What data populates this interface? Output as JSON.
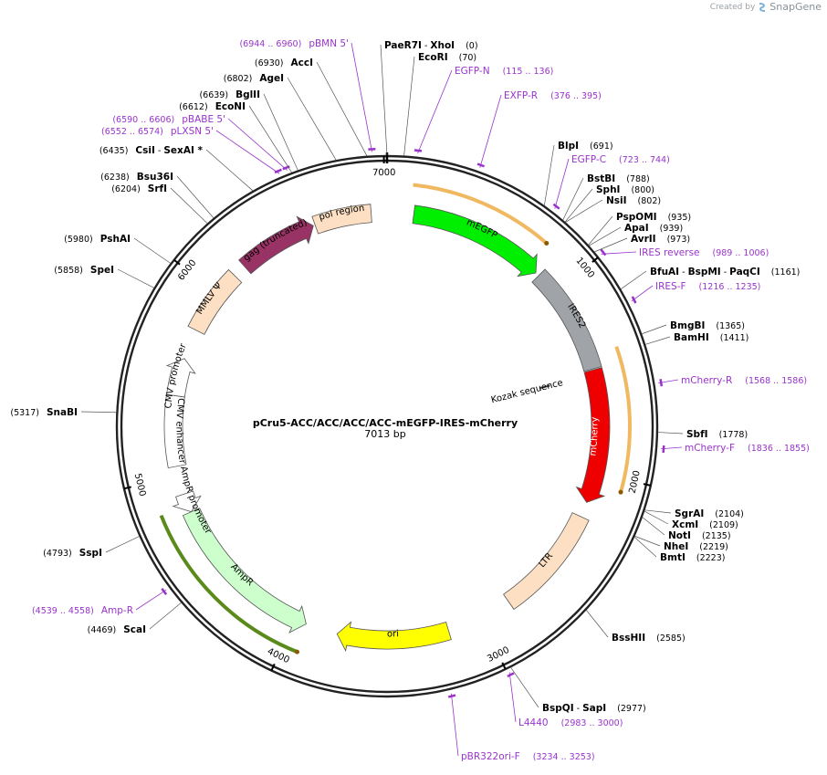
{
  "watermark": {
    "created_by": "Created by",
    "brand": "SnapGene"
  },
  "plasmid": {
    "name": "pCru5-ACC/ACC/ACC/ACC-mEGFP-IRES-mCherry",
    "size_label": "7013 bp",
    "length": 7013
  },
  "ticks": [
    {
      "pos": 1000,
      "label": "1000"
    },
    {
      "pos": 2000,
      "label": "2000"
    },
    {
      "pos": 3000,
      "label": "3000"
    },
    {
      "pos": 4000,
      "label": "4000"
    },
    {
      "pos": 5000,
      "label": "5000"
    },
    {
      "pos": 6000,
      "label": "6000"
    },
    {
      "pos": 7000,
      "label": "7000"
    }
  ],
  "features": [
    {
      "name": "mEGFP",
      "start": 140,
      "end": 860,
      "dir": 1,
      "color": "#00ee00"
    },
    {
      "name": "IRES2",
      "start": 880,
      "end": 1450,
      "dir": 0,
      "color": "#a0a4a8"
    },
    {
      "name": "mCherry",
      "start": 1455,
      "end": 2160,
      "dir": 1,
      "color": "#ee0000"
    },
    {
      "name": "LTR",
      "start": 2240,
      "end": 2830,
      "dir": 0,
      "color": "#fde0c4"
    },
    {
      "name": "ori",
      "start": 3180,
      "end": 3770,
      "dir": 1,
      "color": "#ffff00"
    },
    {
      "name": "AmpR",
      "start": 3940,
      "end": 4800,
      "dir": -1,
      "color": "#ccffcc"
    },
    {
      "name": "AmpR promoter",
      "start": 4800,
      "end": 4900,
      "dir": -1,
      "color": "#ffffff"
    },
    {
      "name": "CMV enhancer",
      "start": 5050,
      "end": 5420,
      "dir": 0,
      "color": "#ffffff"
    },
    {
      "name": "CMV promoter",
      "start": 5420,
      "end": 5620,
      "dir": 1,
      "color": "#ffffff"
    },
    {
      "name": "MMLV Ψ",
      "start": 5780,
      "end": 6130,
      "dir": 0,
      "color": "#fde0c4"
    },
    {
      "name": "gag (truncated)",
      "start": 6200,
      "end": 6620,
      "dir": 1,
      "color": "#993366"
    },
    {
      "name": "pol region",
      "start": 6630,
      "end": 6930,
      "dir": 0,
      "color": "#fde0c4"
    }
  ],
  "feature_extras": {
    "kozak": {
      "name": "Kozak sequence",
      "pos": 1480
    }
  },
  "primers": [
    {
      "name": "pBMN 5'",
      "range": "(6944 .. 6960)"
    },
    {
      "name": "EGFP-N",
      "range": "(115 .. 136)"
    },
    {
      "name": "EXFP-R",
      "range": "(376 .. 395)"
    },
    {
      "name": "EGFP-C",
      "range": "(723 .. 744)"
    },
    {
      "name": "IRES reverse",
      "range": "(989 .. 1006)"
    },
    {
      "name": "IRES-F",
      "range": "(1216 .. 1235)"
    },
    {
      "name": "mCherry-R",
      "range": "(1568 .. 1586)"
    },
    {
      "name": "mCherry-F",
      "range": "(1836 .. 1855)"
    },
    {
      "name": "L4440",
      "range": "(2983 .. 3000)"
    },
    {
      "name": "pBR322ori-F",
      "range": "(3234 .. 3253)"
    },
    {
      "name": "Amp-R",
      "range": "(4539 .. 4558)"
    },
    {
      "name": "pBABE 5'",
      "range": "(6590 .. 6606)"
    },
    {
      "name": "pLXSN 5'",
      "range": "(6552 .. 6574)"
    }
  ],
  "sites": [
    {
      "name": "PaeR7I",
      "sep": " - ",
      "name2": "XhoI",
      "pos": "(0)"
    },
    {
      "name": "EcoRI",
      "pos": "(70)"
    },
    {
      "name": "BlpI",
      "pos": "(691)"
    },
    {
      "name": "BstBI",
      "pos": "(788)"
    },
    {
      "name": "SphI",
      "pos": "(800)"
    },
    {
      "name": "NsiI",
      "pos": "(802)"
    },
    {
      "name": "PspOMI",
      "pos": "(935)"
    },
    {
      "name": "ApaI",
      "pos": "(939)"
    },
    {
      "name": "AvrII",
      "pos": "(973)"
    },
    {
      "name": "BfuAI",
      "sep": " - ",
      "name2": "BspMI",
      "sep2": " - ",
      "name3": "PaqCI",
      "pos": "(1161)"
    },
    {
      "name": "BmgBI",
      "pos": "(1365)"
    },
    {
      "name": "BamHI",
      "pos": "(1411)"
    },
    {
      "name": "SbfI",
      "pos": "(1778)"
    },
    {
      "name": "SgrAI",
      "pos": "(2104)"
    },
    {
      "name": "XcmI",
      "pos": "(2109)"
    },
    {
      "name": "NotI",
      "pos": "(2135)"
    },
    {
      "name": "NheI",
      "pos": "(2219)"
    },
    {
      "name": "BmtI",
      "pos": "(2223)"
    },
    {
      "name": "BssHII",
      "pos": "(2585)"
    },
    {
      "name": "BspQI",
      "sep": " - ",
      "name2": "SapI",
      "pos": "(2977)"
    },
    {
      "name": "ScaI",
      "pos": "(4469)"
    },
    {
      "name": "SspI",
      "pos": "(4793)"
    },
    {
      "name": "SnaBI",
      "pos": "(5317)"
    },
    {
      "name": "SpeI",
      "pos": "(5858)"
    },
    {
      "name": "PshAI",
      "pos": "(5980)"
    },
    {
      "name": "SrfI",
      "pos": "(6204)"
    },
    {
      "name": "Bsu36I",
      "pos": "(6238)"
    },
    {
      "name": "CsiI",
      "sep": " - ",
      "name2": "SexAI *",
      "pos": "(6435)"
    },
    {
      "name": "EcoNI",
      "pos": "(6612)"
    },
    {
      "name": "BglII",
      "pos": "(6639)"
    },
    {
      "name": "AgeI",
      "pos": "(6802)"
    },
    {
      "name": "AccI",
      "pos": "(6930)"
    }
  ],
  "colors": {
    "backbone": "#222222",
    "primer": "#9933cc",
    "site_line": "#555555",
    "orf_outline": "#f2b66b"
  }
}
